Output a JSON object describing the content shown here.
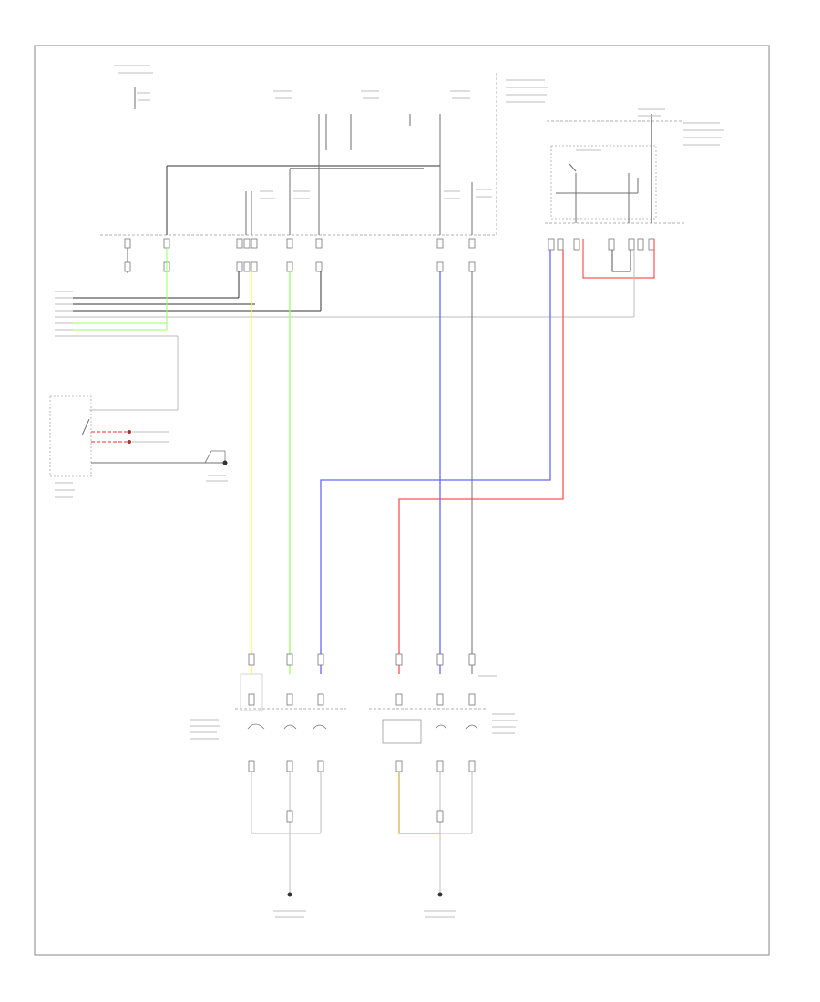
{
  "footer_code": "",
  "colors": {
    "yellow": "#ffff33",
    "green": "#99ff66",
    "blue": "#6666ff",
    "red": "#ff5555",
    "tan": "#ccb044",
    "frame": "#8a8a8a",
    "wire": "#6f6f6f"
  },
  "components": [
    "fuse-relay-box-left",
    "fuse-relay-box-top",
    "relay-block-right",
    "combination-meter-assembly",
    "light-control-switch",
    "headlight-left-assembly",
    "headlight-right-assembly",
    "ground-left",
    "ground-right"
  ]
}
